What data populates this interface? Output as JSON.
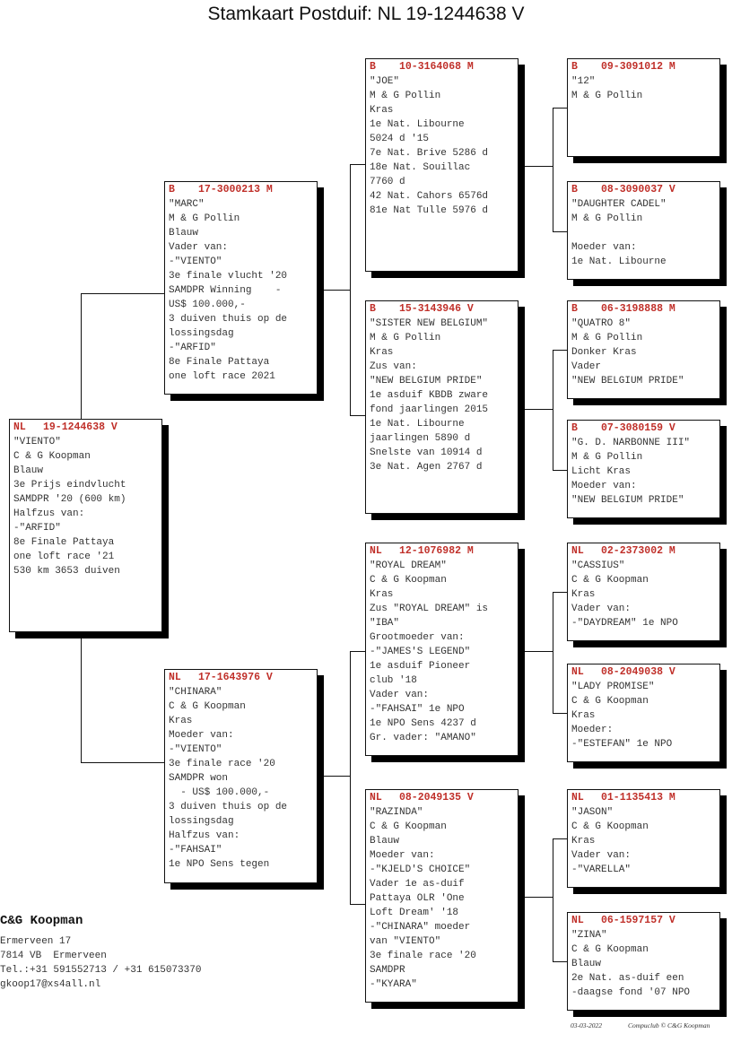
{
  "title": "Stamkaart Postduif: NL  19-1244638 V",
  "pigeons": [
    {
      "role": "subject",
      "country": "NL",
      "ring": "19-1244638",
      "sex": "V",
      "lines": [
        "\"VIENTO\"",
        "C & G Koopman",
        "Blauw",
        "3e Prijs eindvlucht",
        "SAMDPR '20 (600 km)",
        "Halfzus van:",
        "-\"ARFID\"",
        "8e Finale Pattaya",
        "one loft race '21",
        "530 km 3653 duiven"
      ]
    },
    {
      "role": "father",
      "country": "B",
      "ring": "17-3000213",
      "sex": "M",
      "lines": [
        "\"MARC\"",
        "M & G Pollin",
        "Blauw",
        "Vader van:",
        "-\"VIENTO\"",
        "3e finale vlucht '20",
        "SAMDPR Winning    -",
        "US$ 100.000,-",
        "3 duiven thuis op de",
        "lossingsdag",
        "-\"ARFID\"",
        "8e Finale Pattaya",
        "one loft race 2021"
      ]
    },
    {
      "role": "mother",
      "country": "NL",
      "ring": "17-1643976",
      "sex": "V",
      "lines": [
        "\"CHINARA\"",
        "C & G Koopman",
        "Kras",
        "Moeder van:",
        "-\"VIENTO\"",
        "3e finale race '20",
        "SAMDPR won",
        "  - US$ 100.000,-",
        "3 duiven thuis op de",
        "lossingsdag",
        "Halfzus van:",
        "-\"FAHSAI\"",
        "1e NPO Sens tegen"
      ]
    },
    {
      "role": "ff",
      "country": "B",
      "ring": "10-3164068",
      "sex": "M",
      "lines": [
        "\"JOE\"",
        "M & G Pollin",
        "Kras",
        "1e Nat. Libourne",
        "5024 d '15",
        "7e Nat. Brive 5286 d",
        "18e Nat. Souillac",
        "7760 d",
        "42 Nat. Cahors 6576d",
        "81e Nat Tulle 5976 d"
      ]
    },
    {
      "role": "fm",
      "country": "B",
      "ring": "15-3143946",
      "sex": "V",
      "lines": [
        "\"SISTER NEW BELGIUM\"",
        "M & G Pollin",
        "Kras",
        "Zus van:",
        "\"NEW BELGIUM PRIDE\"",
        "1e asduif KBDB zware",
        "fond jaarlingen 2015",
        "1e Nat. Libourne",
        "jaarlingen 5890 d",
        "Snelste van 10914 d",
        "3e Nat. Agen 2767 d"
      ]
    },
    {
      "role": "mf",
      "country": "NL",
      "ring": "12-1076982",
      "sex": "M",
      "lines": [
        "\"ROYAL DREAM\"",
        "C & G Koopman",
        "Kras",
        "Zus \"ROYAL DREAM\" is",
        "\"IBA\"",
        "Grootmoeder van:",
        "-\"JAMES'S LEGEND\"",
        "1e asduif Pioneer",
        "club '18",
        "Vader van:",
        "-\"FAHSAI\" 1e NPO",
        "1e NPO Sens 4237 d",
        "Gr. vader: \"AMANO\""
      ]
    },
    {
      "role": "mm",
      "country": "NL",
      "ring": "08-2049135",
      "sex": "V",
      "lines": [
        "\"RAZINDA\"",
        "C & G Koopman",
        "Blauw",
        "Moeder van:",
        "-\"KJELD'S CHOICE\"",
        "Vader 1e as-duif",
        "Pattaya OLR 'One",
        "Loft Dream' '18",
        "-\"CHINARA\" moeder",
        "van \"VIENTO\"",
        "3e finale race '20",
        "SAMDPR",
        "-\"KYARA\""
      ]
    },
    {
      "role": "fff",
      "country": "B",
      "ring": "09-3091012",
      "sex": "M",
      "lines": [
        "\"12\"",
        "M & G Pollin"
      ]
    },
    {
      "role": "ffm",
      "country": "B",
      "ring": "08-3090037",
      "sex": "V",
      "lines": [
        "\"DAUGHTER CADEL\"",
        "M & G Pollin",
        "",
        "Moeder van:",
        "1e Nat. Libourne"
      ]
    },
    {
      "role": "fmf",
      "country": "B",
      "ring": "06-3198888",
      "sex": "M",
      "lines": [
        "\"QUATRO 8\"",
        "M & G Pollin",
        "Donker Kras",
        "Vader",
        "\"NEW BELGIUM PRIDE\""
      ]
    },
    {
      "role": "fmm",
      "country": "B",
      "ring": "07-3080159",
      "sex": "V",
      "lines": [
        "\"G. D. NARBONNE III\"",
        "M & G Pollin",
        "Licht Kras",
        "Moeder van:",
        "\"NEW BELGIUM PRIDE\""
      ]
    },
    {
      "role": "mff",
      "country": "NL",
      "ring": "02-2373002",
      "sex": "M",
      "lines": [
        "\"CASSIUS\"",
        "C & G Koopman",
        "Kras",
        "Vader van:",
        "-\"DAYDREAM\" 1e NPO"
      ]
    },
    {
      "role": "mfm",
      "country": "NL",
      "ring": "08-2049038",
      "sex": "V",
      "lines": [
        "\"LADY PROMISE\"",
        "C & G Koopman",
        "Kras",
        "Moeder:",
        "-\"ESTEFAN\" 1e NPO"
      ]
    },
    {
      "role": "mmf",
      "country": "NL",
      "ring": "01-1135413",
      "sex": "M",
      "lines": [
        "\"JASON\"",
        "C & G Koopman",
        "Kras",
        "Vader van:",
        "-\"VARELLA\""
      ]
    },
    {
      "role": "mmm",
      "country": "NL",
      "ring": "06-1597157",
      "sex": "V",
      "lines": [
        "\"ZINA\"",
        "C & G Koopman",
        "Blauw",
        "2e Nat. as-duif een",
        "-daagse fond '07 NPO"
      ]
    }
  ],
  "breeder": {
    "name": "C&G Koopman",
    "address": [
      "Ermerveen 17",
      "7814 VB  Ermerveen",
      "Tel.:+31 591552713 / +31 615073370",
      "gkoop17@xs4all.nl"
    ]
  },
  "footer": {
    "date": "03-03-2022",
    "credit": "Compuclub © C&G Koopman"
  },
  "colors": {
    "header_red": "#c0302a"
  }
}
